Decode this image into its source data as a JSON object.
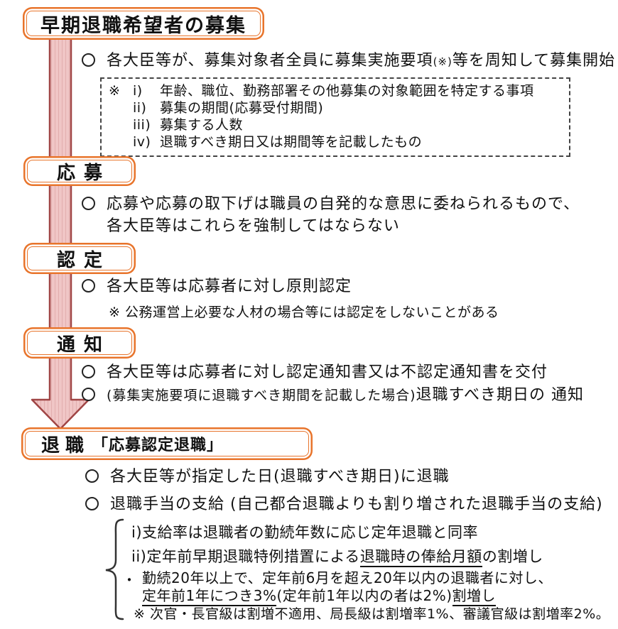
{
  "colors": {
    "accent_orange": "#e8742b",
    "arrow_fill": "#f0c6c6",
    "arrow_border": "#a04545",
    "text": "#111111"
  },
  "stages": {
    "recruit": {
      "title": "早期退職希望者の募集"
    },
    "apply": {
      "title": "応募"
    },
    "nintei": {
      "title": "認定"
    },
    "tsuchi": {
      "title": "通知"
    },
    "taishoku": {
      "title_main": "退職",
      "title_sub": "「応募認定退職」"
    }
  },
  "recruit": {
    "bullet_pre": "各大臣等が、募集対象者全員に募集実施要項",
    "bullet_small": "(※)",
    "bullet_post": "等を周知して募集開始",
    "note_marker": "※",
    "note_items": [
      {
        "num": "i)",
        "text": "年齢、職位、勤務部署その他募集の対象範囲を特定する事項"
      },
      {
        "num": "ii)",
        "text": "募集の期間(応募受付期間)"
      },
      {
        "num": "iii)",
        "text": "募集する人数"
      },
      {
        "num": "iv)",
        "text": "退職すべき期日又は期間等を記載したもの"
      }
    ]
  },
  "apply": {
    "line1": "応募や応募の取下げは職員の自発的な意思に委ねられるもので、",
    "line2": "各大臣等はこれらを強制してはならない"
  },
  "nintei": {
    "bullet": "各大臣等は応募者に対し原則認定",
    "note": "※ 公務運営上必要な人材の場合等には認定をしないことがある"
  },
  "tsuchi": {
    "bullet1": "各大臣等は応募者に対し認定通知書又は不認定通知書を交付",
    "bullet2_small": "(募集実施要項に退職すべき期間を記載した場合)",
    "bullet2_rest": "退職すべき期日の 通知"
  },
  "taishoku": {
    "bullet1": "各大臣等が指定した日(退職すべき期日)に退職",
    "bullet2": "退職手当の支給 (自己都合退職よりも割り増された退職手当の支給)",
    "detail": {
      "line_i": "i)支給率は退職者の勤続年数に応じ定年退職と同率",
      "line_ii_pre": "ii)定年前早期退職特例措置による",
      "line_ii_underline": "退職時の俸給月額",
      "line_ii_post": "の割増し",
      "dot": "・",
      "sub1": "勤続20年以上で、定年前6月を超え20年以内の退職者に対し、",
      "sub2_underline1": "定年前1年につき3%",
      "sub2_mid": "(定年前1年以内の者は2%)",
      "sub2_underline2": "割増し",
      "note": "※ 次官・長官級は割増不適用、局長級は割増率1%、審議官級は割増率2%。"
    }
  }
}
